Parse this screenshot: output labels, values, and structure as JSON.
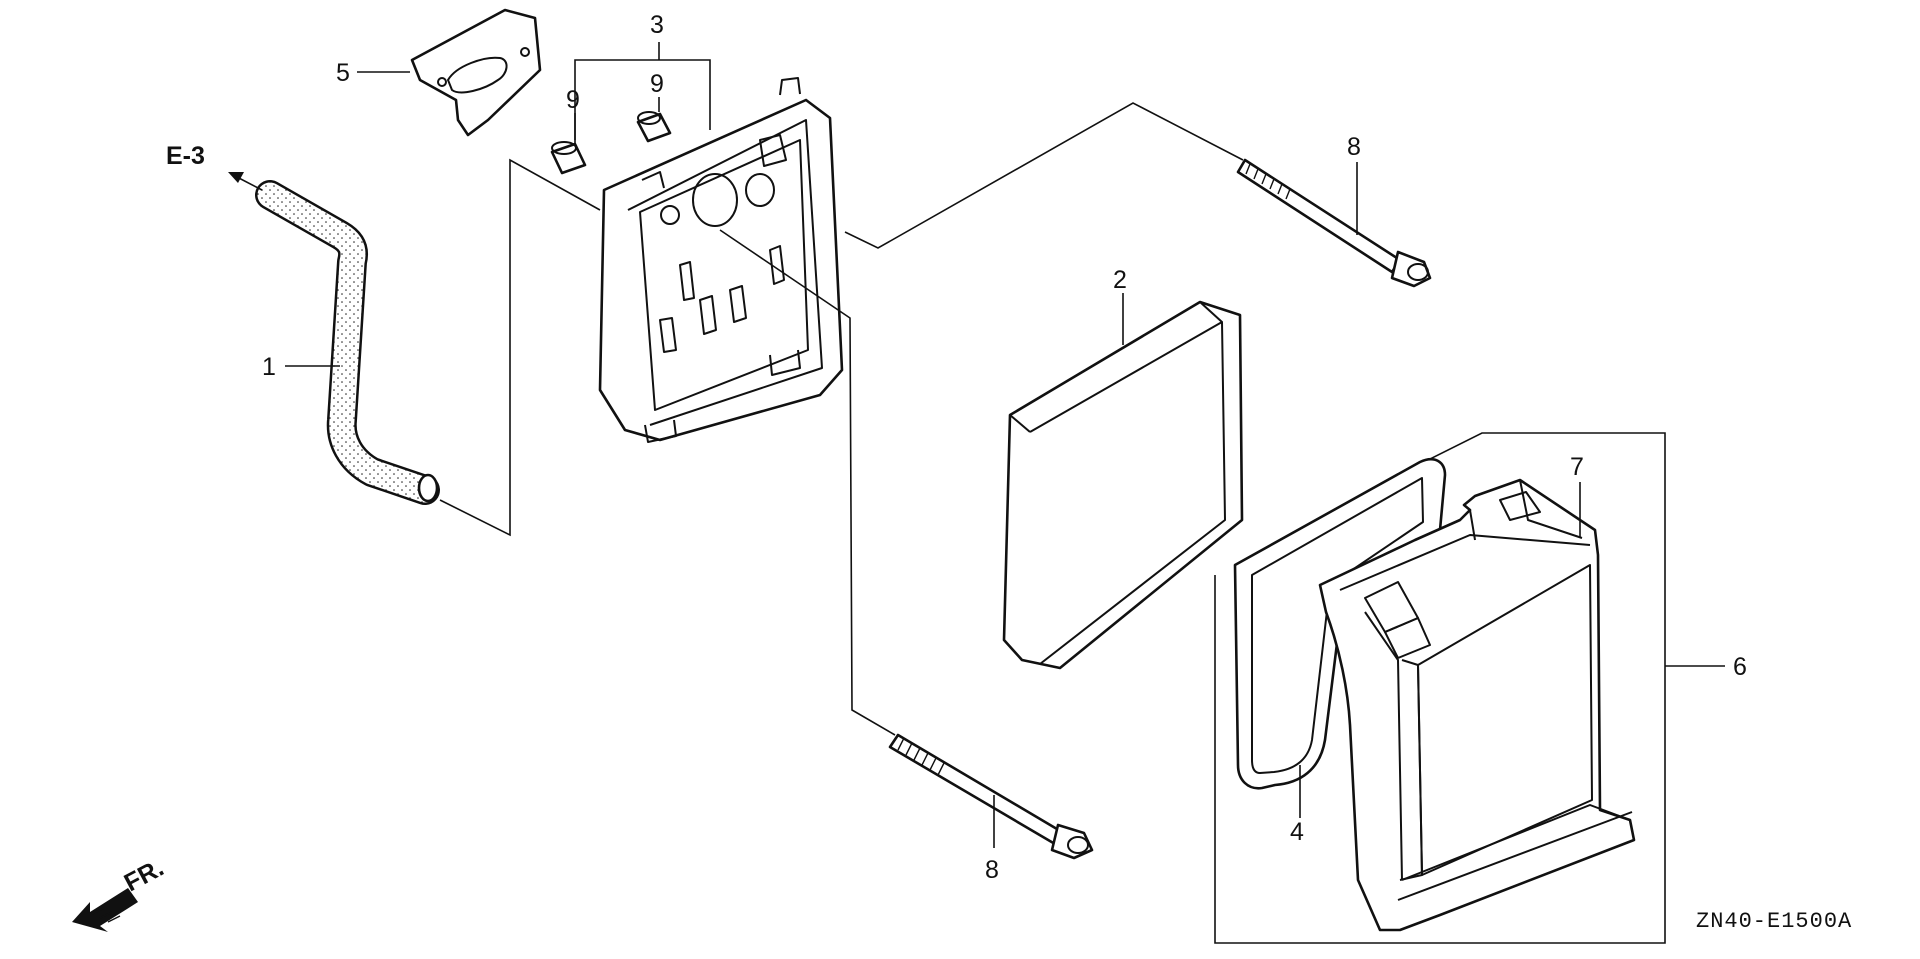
{
  "callouts": {
    "c1": "1",
    "c2": "2",
    "c3": "3",
    "c4": "4",
    "c5": "5",
    "c6": "6",
    "c7": "7",
    "c8a": "8",
    "c8b": "8",
    "c9a": "9",
    "c9b": "9"
  },
  "ref_label": "E-3",
  "direction_label": "FR.",
  "drawing_code": "ZN40-E1500A"
}
